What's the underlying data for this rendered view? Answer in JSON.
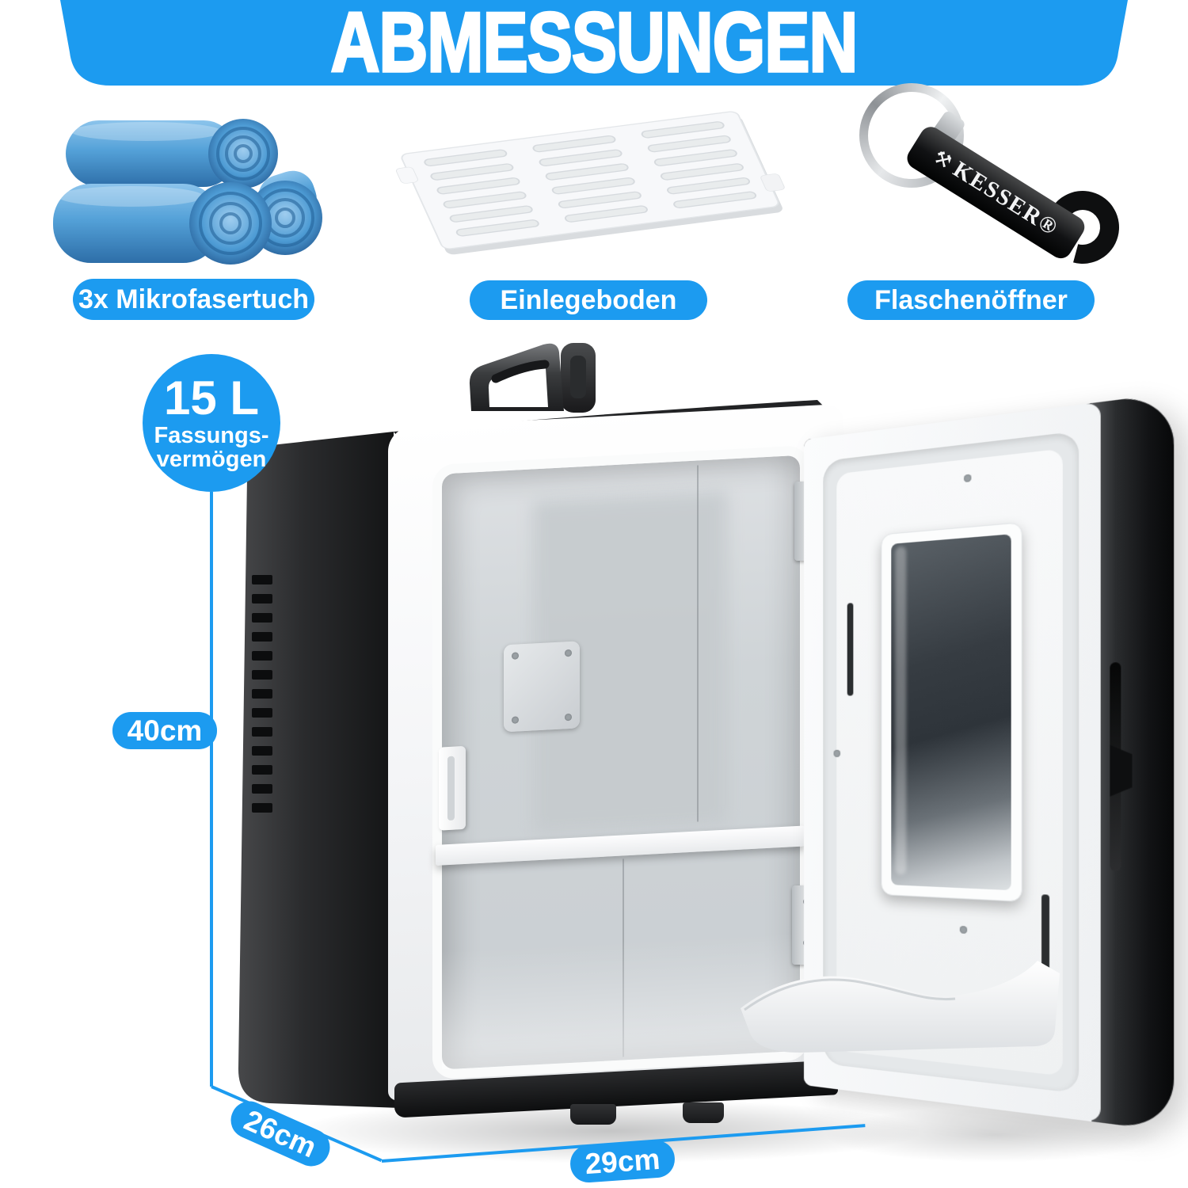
{
  "banner": {
    "title": "ABMESSUNGEN",
    "bg_color": "#1c9bf0"
  },
  "accessories": [
    {
      "label": "3x Mikrofasertuch"
    },
    {
      "label": "Einlegeboden"
    },
    {
      "label": "Flaschenöffner"
    }
  ],
  "capacity_badge": {
    "value": "15 L",
    "line1": "Fassungs-",
    "line2": "vermögen"
  },
  "dimensions": {
    "height": "40cm",
    "depth": "26cm",
    "width": "29cm"
  },
  "opener": {
    "brand": "KESSER®",
    "logo_icon": "⚒"
  },
  "colors": {
    "accent_blue": "#1c9bf0",
    "towel_blue": "#4f9fd9",
    "fridge_dark": "#141516",
    "interior_gray": "#cfd4d7"
  }
}
